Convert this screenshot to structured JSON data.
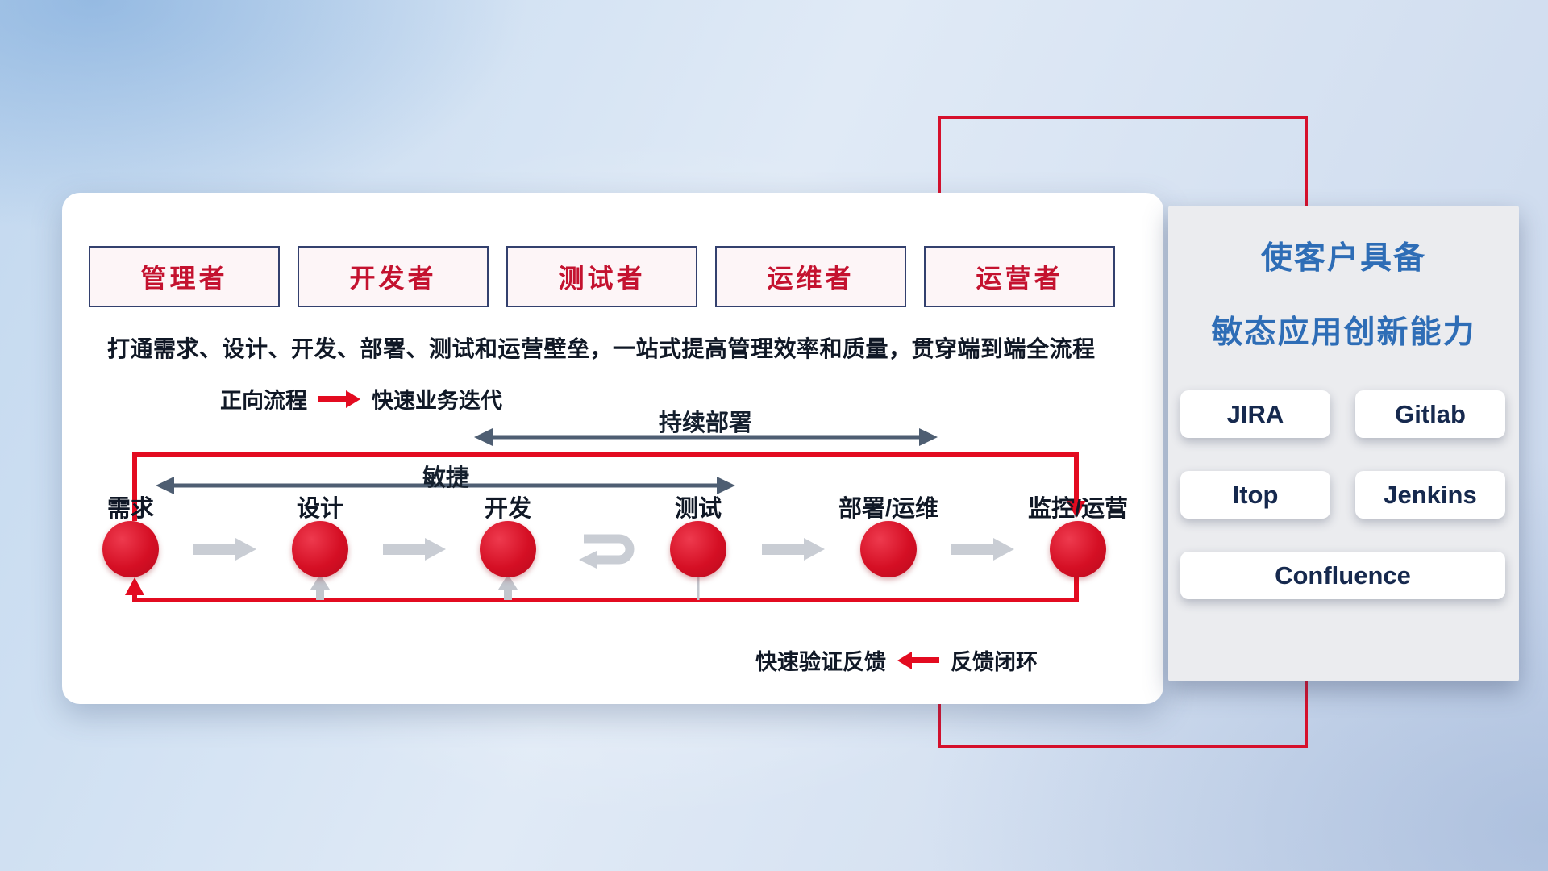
{
  "card": {
    "roles": [
      {
        "label": "管理者"
      },
      {
        "label": "开发者"
      },
      {
        "label": "测试者"
      },
      {
        "label": "运维者"
      },
      {
        "label": "运营者"
      }
    ],
    "description": "打通需求、设计、开发、部署、测试和运营壁垒，一站式提高管理效率和质量，贯穿端到端全流程",
    "legend_forward": {
      "label": "正向流程",
      "value": "快速业务迭代"
    },
    "flow": {
      "steps": [
        {
          "label": "需求"
        },
        {
          "label": "设计"
        },
        {
          "label": "开发"
        },
        {
          "label": "测试"
        },
        {
          "label": "部署/运维"
        },
        {
          "label": "监控/运营"
        }
      ],
      "agile_label": "敏捷",
      "cd_label": "持续部署"
    },
    "legend_feedback": {
      "label": "快速验证反馈",
      "value": "反馈闭环"
    }
  },
  "panel": {
    "title_line1": "使客户具备",
    "title_line2": "敏态应用创新能力",
    "tools": [
      {
        "label": "JIRA"
      },
      {
        "label": "Gitlab"
      },
      {
        "label": "Itop"
      },
      {
        "label": "Jenkins"
      },
      {
        "label": "Confluence"
      }
    ]
  },
  "colors": {
    "accent_red": "#d6102c",
    "line_red": "#e30b20",
    "arrow_dark": "#4e5e72",
    "arrow_gray": "#c9cdd4",
    "title_blue": "#2e6db6"
  }
}
